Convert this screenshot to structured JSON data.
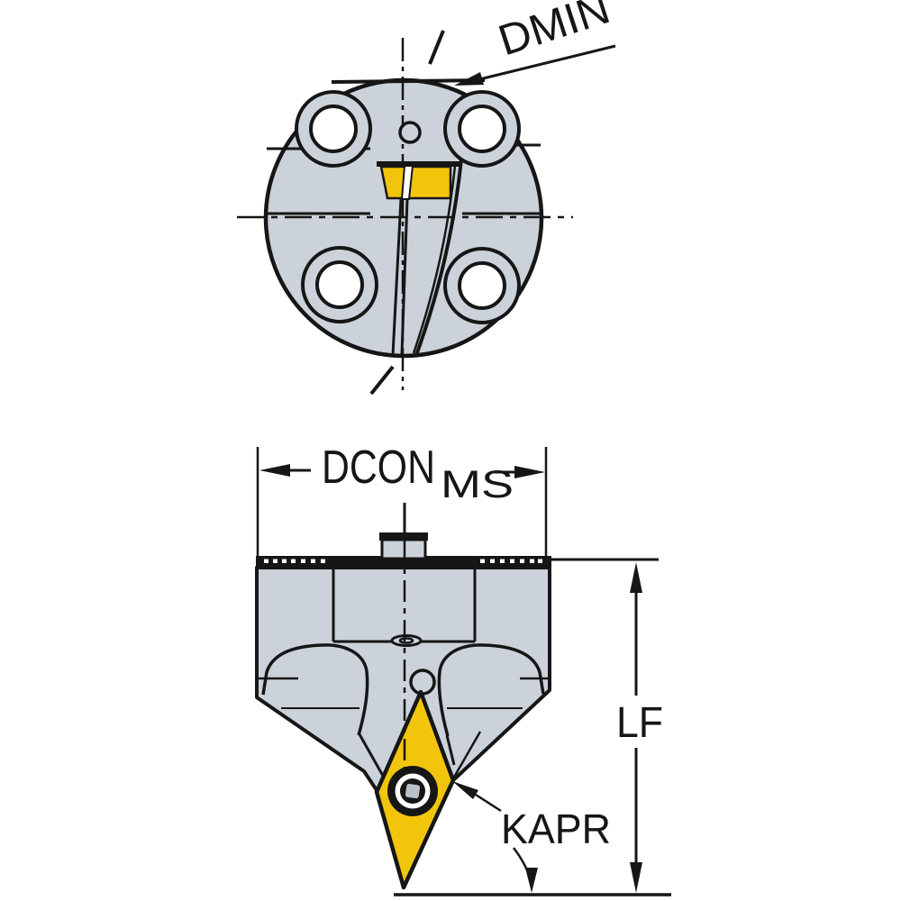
{
  "figure": {
    "kind": "technical line drawing",
    "views": [
      "top-view",
      "side-view"
    ]
  },
  "labels": {
    "dmin": "DMIN",
    "dcon": "DCON",
    "dcon_subscript": "MS",
    "lf": "LF",
    "kapr": "KAPR"
  },
  "colors": {
    "body_gray": "#CBD2DA",
    "insert_yellow": "#F2C50D",
    "line_black": "#161616",
    "background": "#FFFFFF"
  }
}
